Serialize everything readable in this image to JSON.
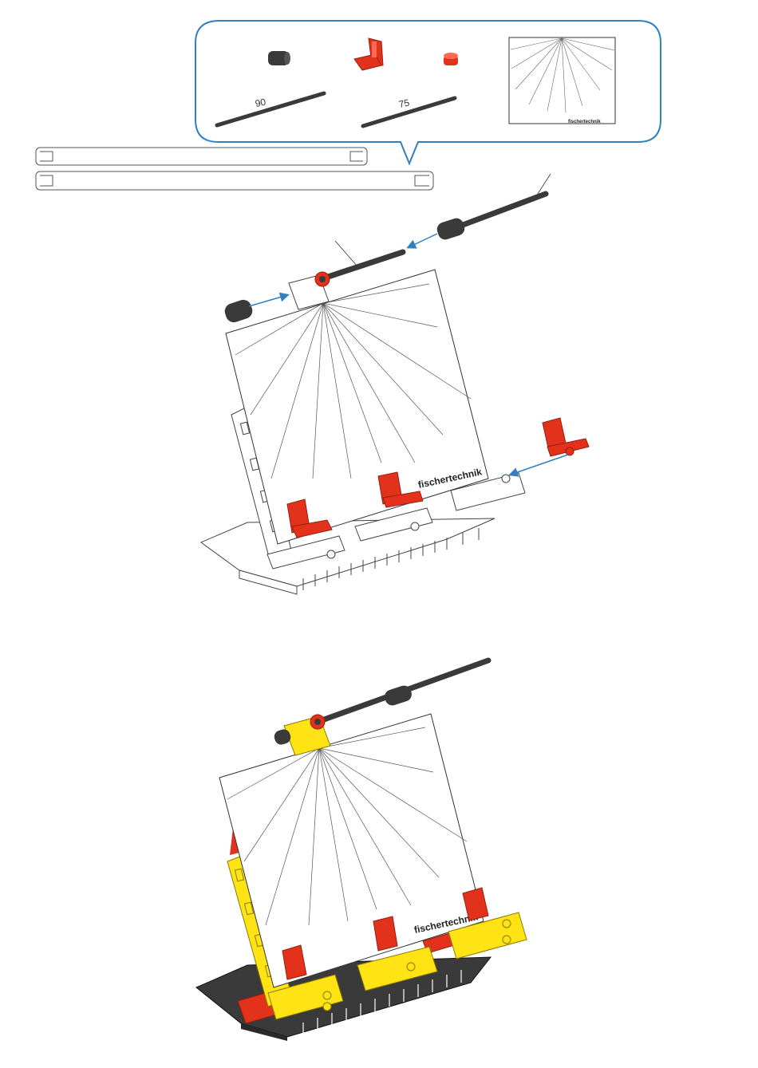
{
  "parts_box": {
    "axle_90_label": "90",
    "axle_75_label": "75",
    "card_brand": "fischertechnik"
  },
  "assembly_steps": {
    "step1_brand": "fischertechnik",
    "step2_brand": "fischertechnik"
  },
  "colors": {
    "accent_blue": "#2f7fc1",
    "part_red": "#e2321b",
    "part_yellow": "#ffe314",
    "part_dark": "#3a3a3a"
  }
}
